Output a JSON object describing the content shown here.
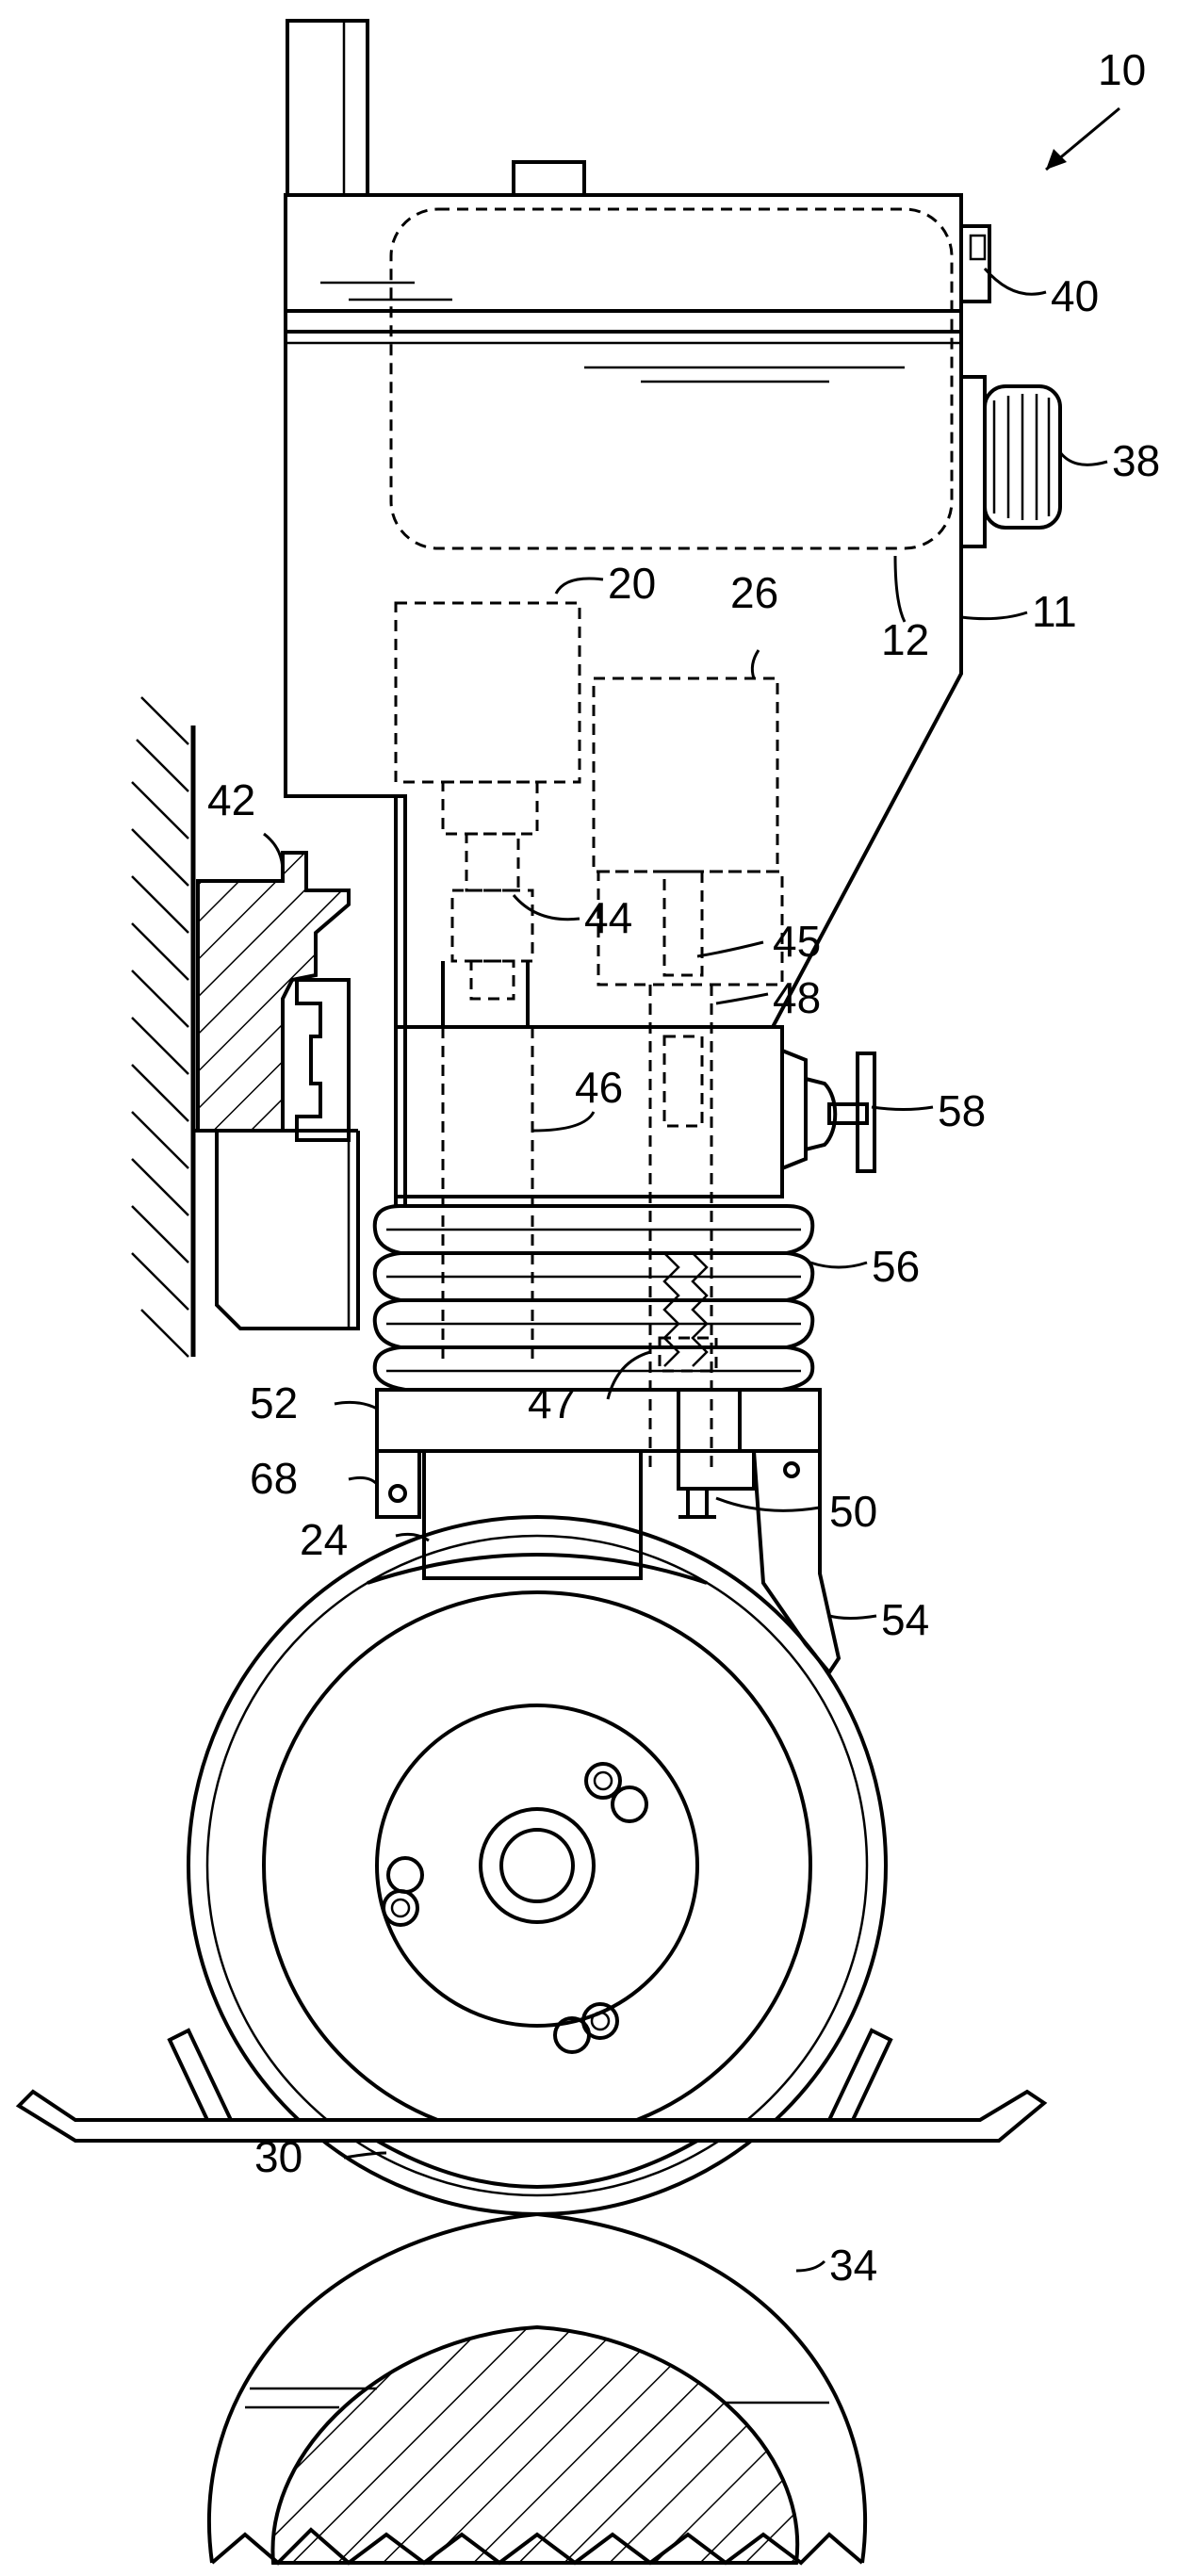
{
  "labels": {
    "ref_10": "10",
    "ref_40": "40",
    "ref_38": "38",
    "ref_20": "20",
    "ref_26": "26",
    "ref_12": "12",
    "ref_11": "11",
    "ref_42": "42",
    "ref_44": "44",
    "ref_45": "45",
    "ref_48": "48",
    "ref_46": "46",
    "ref_58": "58",
    "ref_56": "56",
    "ref_52": "52",
    "ref_47": "47",
    "ref_68": "68",
    "ref_50": "50",
    "ref_24": "24",
    "ref_54": "54",
    "ref_30": "30",
    "ref_34": "34"
  },
  "style": {
    "ink": "#000000",
    "paper": "#ffffff"
  }
}
